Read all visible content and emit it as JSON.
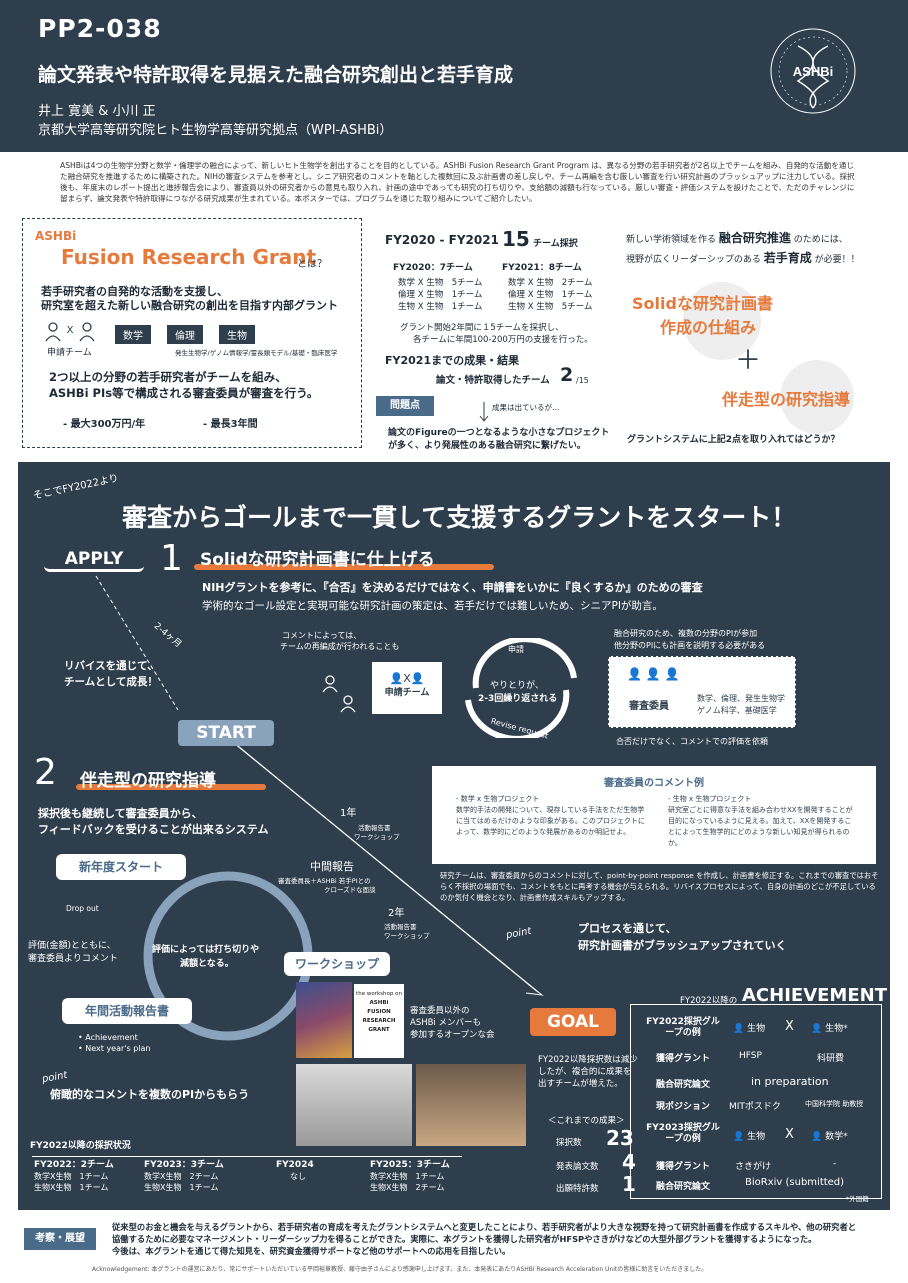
{
  "header": {
    "id": "PP2-038",
    "title": "論文発表や特許取得を見据えた融合研究創出と若手育成",
    "authors": "井上 寛美 & 小川 正",
    "affiliation": "京都大学高等研究院ヒト生物学高等研究拠点（WPI-ASHBi）",
    "logo_text": "ASHBi"
  },
  "intro": "ASHBiは4つの生物学分野と数学・倫理学の融合によって、新しいヒト生物学を創出することを目的としている。ASHBi Fusion Research Grant Program は、異なる分野の若手研究者が2名以上でチームを組み、自発的な活動を通じた融合研究を推進するために構築された。NIHの審査システムを参考とし、シニア研究者のコメントを軸とした複数回に及ぶ計画書の差し戻しや、チーム再編を含む厳しい審査を行い研究計画のブラッシュアップに注力している。採択後も、年度末のレポート提出と進捗報告会により、審査員以外の研究者からの意見も取り入れ、計画の途中であっても研究の打ち切りや、支給額の減額も行なっている。厳しい審査・評価システムを設けたことで、ただのチャレンジに留まらず、論文発表や特許取得につながる研究成果が生まれている。本ポスターでは、プログラムを通じた取り組みについてご紹介したい。",
  "what": {
    "ashbi": "ASHBi",
    "grant": "Fusion Research Grant",
    "toha": "とは？",
    "desc1": "若手研究者の自発的な活動を支援し、",
    "desc2": "研究室を超えた新しい融合研究の創出を目指す内部グラント",
    "x": "X",
    "applicant": "申請チーム",
    "fields": [
      "数学",
      "倫理",
      "生物"
    ],
    "field_note": "発生生物学/ゲノム情報学/霊長類モデル/基礎・臨床医学",
    "team1": "2つ以上の分野の若手研究者がチームを組み、",
    "team2": "ASHBi PIs等で構成される審査委員が審査を行う。",
    "max_amount": "- 最大300万円/年",
    "max_years": "- 最長3年間"
  },
  "fy": {
    "range": "FY2020 - FY2021",
    "count": "15",
    "count_label": "チーム採択",
    "fy2020": "FY2020：7チーム",
    "fy2020_rows": [
      "数学 X 生物　5チーム",
      "倫理 X 生物　1チーム",
      "生物 X 生物　1チーム"
    ],
    "fy2021": "FY2021：8チーム",
    "fy2021_rows": [
      "数学 X 生物　2チーム",
      "倫理 X 生物　1チーム",
      "生物 X 生物　5チーム"
    ],
    "note1": "グラント開始2年間に１5チームを採択し、",
    "note2": "各チームに年間100-200万円の支援を行った。",
    "results_title": "FY2021までの成果・結果",
    "results_label": "論文・特許取得したチーム",
    "results_num": "2",
    "results_den": "/15",
    "problem_tag": "問題点",
    "problem_sub": "成果は出ているが…",
    "problem1": "論文のFigureの一つとなるような小さなプロジェクト",
    "problem2": "が多く、より発展性のある融合研究に繋げたい。"
  },
  "right": {
    "line1a": "新しい学術領域を作る",
    "line1b": "融合研究推進",
    "line1c": "のためには、",
    "line2a": "視野が広くリーダーシップのある",
    "line2b": "若手育成",
    "line2c": "が必要！！",
    "solid1": "Solidな研究計画書",
    "solid2": "作成の仕組み",
    "plus": "＋",
    "mentor": "伴走型の研究指導",
    "question": "グラントシステムに上記2点を取り入れてはどうか？"
  },
  "dark": {
    "sub": "そこでFY2022より",
    "headline": "審査からゴールまで一貫して支援するグラントをスタート！",
    "apply": "APPLY",
    "n1": "1",
    "t1": "Solidな研究計画書に仕上げる",
    "d1a": "NIHグラントを参考に、『合否』を決めるだけではなく、申請書をいかに『良くするか』のための審査",
    "d1b": "学術的なゴール設定と実現可能な研究計画の策定は、若手だけでは難しいため、シニアPIが助言。",
    "months": "2-4ヶ月",
    "revise1": "リバイスを通じて、",
    "revise2": "チームとして成長！",
    "start": "START",
    "comment_reorg1": "コメントによっては、",
    "comment_reorg2": "チームの再編成が行われることも",
    "applicant": "申請チーム",
    "apply_arrow": "申請",
    "exchange1": "やりとりが、",
    "exchange2": "2-3回繰り返される",
    "revise_request": "Revise request",
    "reviewers_note1": "融合研究のため、複数の分野のPIが参加",
    "reviewers_note2": "他分野のPIにも計画を説明する必要がある",
    "reviewers": "審査委員",
    "reviewer_fields1": "数学、倫理、発生生物学",
    "reviewer_fields2": "ゲノム科学、基礎医学",
    "eval_note": "合否だけでなく、コメントでの評価を依頼",
    "ex_title": "審査委員のコメント例",
    "ex1_title": "- 数学 x 生物プロジェクト",
    "ex1": "数学的手法の開発について、現存している手法をただ生物学に当てはめるだけのような印象がある。このプロジェクトによって、数学的にどのような発展があるのか明記せよ。",
    "ex2_title": "- 生物 x 生物プロジェクト",
    "ex2": "研究室ごとに得意な手法を組み合わせXXを開発することが目的になっているように見える。加えて、XXを開発することによって生物学的にどのような新しい知見が得られるのか。",
    "process": "研究チームは、審査委員からのコメントに対して、point-by-point response を作成し、計画書を修正する。これまでの審査ではおそらく不採択の場面でも、コメントをもとに再考する機会が与えられる。リバイスプロセスによって、自身の計画のどこが不足しているのか気付く機会となり、計画書作成スキルもアップする。",
    "point": "point",
    "point1a": "プロセスを通じて、",
    "point1b": "研究計画書がブラッシュアップされていく",
    "n2": "2",
    "t2": "伴走型の研究指導",
    "d2a": "採択後も継続して審査委員から、",
    "d2b": "フィードバックを受けることが出来るシステム",
    "y1": "1年",
    "y1note1": "活動報告書",
    "y1note2": "ワークショップ",
    "mid": "中間報告",
    "midnote1": "審査委員長＋ASHBi 若手PIとの",
    "midnote2": "クローズドな面談",
    "y2": "2年",
    "y2note1": "活動報告書",
    "y2note2": "ワークショップ",
    "newyear": "新年度スタート",
    "dropout": "Drop out",
    "eval1": "評価(金額)とともに、",
    "eval2": "審査委員よりコメント",
    "cut1": "評価によっては打ち切りや",
    "cut2": "減額となる。",
    "workshop": "ワークショップ",
    "report": "年間活動報告書",
    "report_items": [
      "Achievement",
      "Next year's plan"
    ],
    "open1": "審査委員以外の",
    "open2": "ASHBi メンバーも",
    "open3": "参加するオープンな会",
    "flyer": [
      "the workshop on",
      "ASHBi",
      "FUSION",
      "RESEARCH",
      "GRANT"
    ],
    "point2": "俯瞰的なコメントを複数のPIからもらう",
    "goal": "GOAL",
    "adoption_title": "FY2022以降の採択状況",
    "fy2022": "FY2022：2チーム",
    "fy2022_rows": [
      "数学X生物　1チーム",
      "生物X生物　1チーム"
    ],
    "fy2023": "FY2023：3チーム",
    "fy2023_rows": [
      "数学X生物　2チーム",
      "生物X生物　1チーム"
    ],
    "fy2024": "FY2024",
    "fy2024_rows": [
      "なし"
    ],
    "fy2025": "FY2025：3チーム",
    "fy2025_rows": [
      "数学X生物　1チーム",
      "生物X生物　2チーム"
    ],
    "stats_note": "FY2022以降採択数は減少したが、複合的に成果を出すチームが増えた。",
    "stats_title": "＜これまでの成果＞",
    "stats": [
      {
        "label": "採択数",
        "value": "23"
      },
      {
        "label": "発表論文数",
        "value": "4"
      },
      {
        "label": "出願特許数",
        "value": "1"
      }
    ]
  },
  "achv": {
    "title_pre": "FY2022以降の",
    "title": "ACHIEVEMENT",
    "rows": [
      {
        "label": "FY2022採択グループの例",
        "a": "生物",
        "b": "生物*"
      },
      {
        "label": "獲得グラント",
        "a": "HFSP",
        "b": "科研費"
      },
      {
        "label": "融合研究論文",
        "a": "in preparation",
        "b": ""
      },
      {
        "label": "現ポジション",
        "a": "MITポスドク",
        "b": "中国科学院 助教授"
      },
      {
        "label": "FY2023採択グループの例",
        "a": "生物",
        "b": "数学*"
      },
      {
        "label": "獲得グラント",
        "a": "さきがけ",
        "b": "-"
      },
      {
        "label": "融合研究論文",
        "a": "BioRxiv (submitted)",
        "b": ""
      }
    ],
    "foreign": "*外国籍",
    "times": "X"
  },
  "footer": {
    "tag": "考察・展望",
    "text1": "従来型のお金と機会を与えるグラントから、若手研究者の育成を考えたグラントシステムへと変更したことにより、若手研究者がより大きな視野を持って研究計画書を作成するスキルや、他の研究者と",
    "text2": "協働するために必要なマネージメント・リーダーシップ力を得ることができた。実際に、本グラントを獲得した研究者がHFSPやさきがけなどの大型外部グラントを獲得するようになった。",
    "text3": "今後は、本グラントを通じて得た知見を、研究資金獲得サポートなど他のサポートへの応用を目指したい。",
    "ack": "Acknowledgement: 本グラントの運営にあたり、常にサポートいただいている平岡裕章教授、藤守由子さんにより感謝申し上げます。また、本発表にあたりASHBi Research Acceleration Unitの皆様に助言をいただきました。"
  },
  "colors": {
    "navy": "#2f3e4c",
    "orange": "#e57a3c",
    "steel": "#4a6a8a"
  }
}
